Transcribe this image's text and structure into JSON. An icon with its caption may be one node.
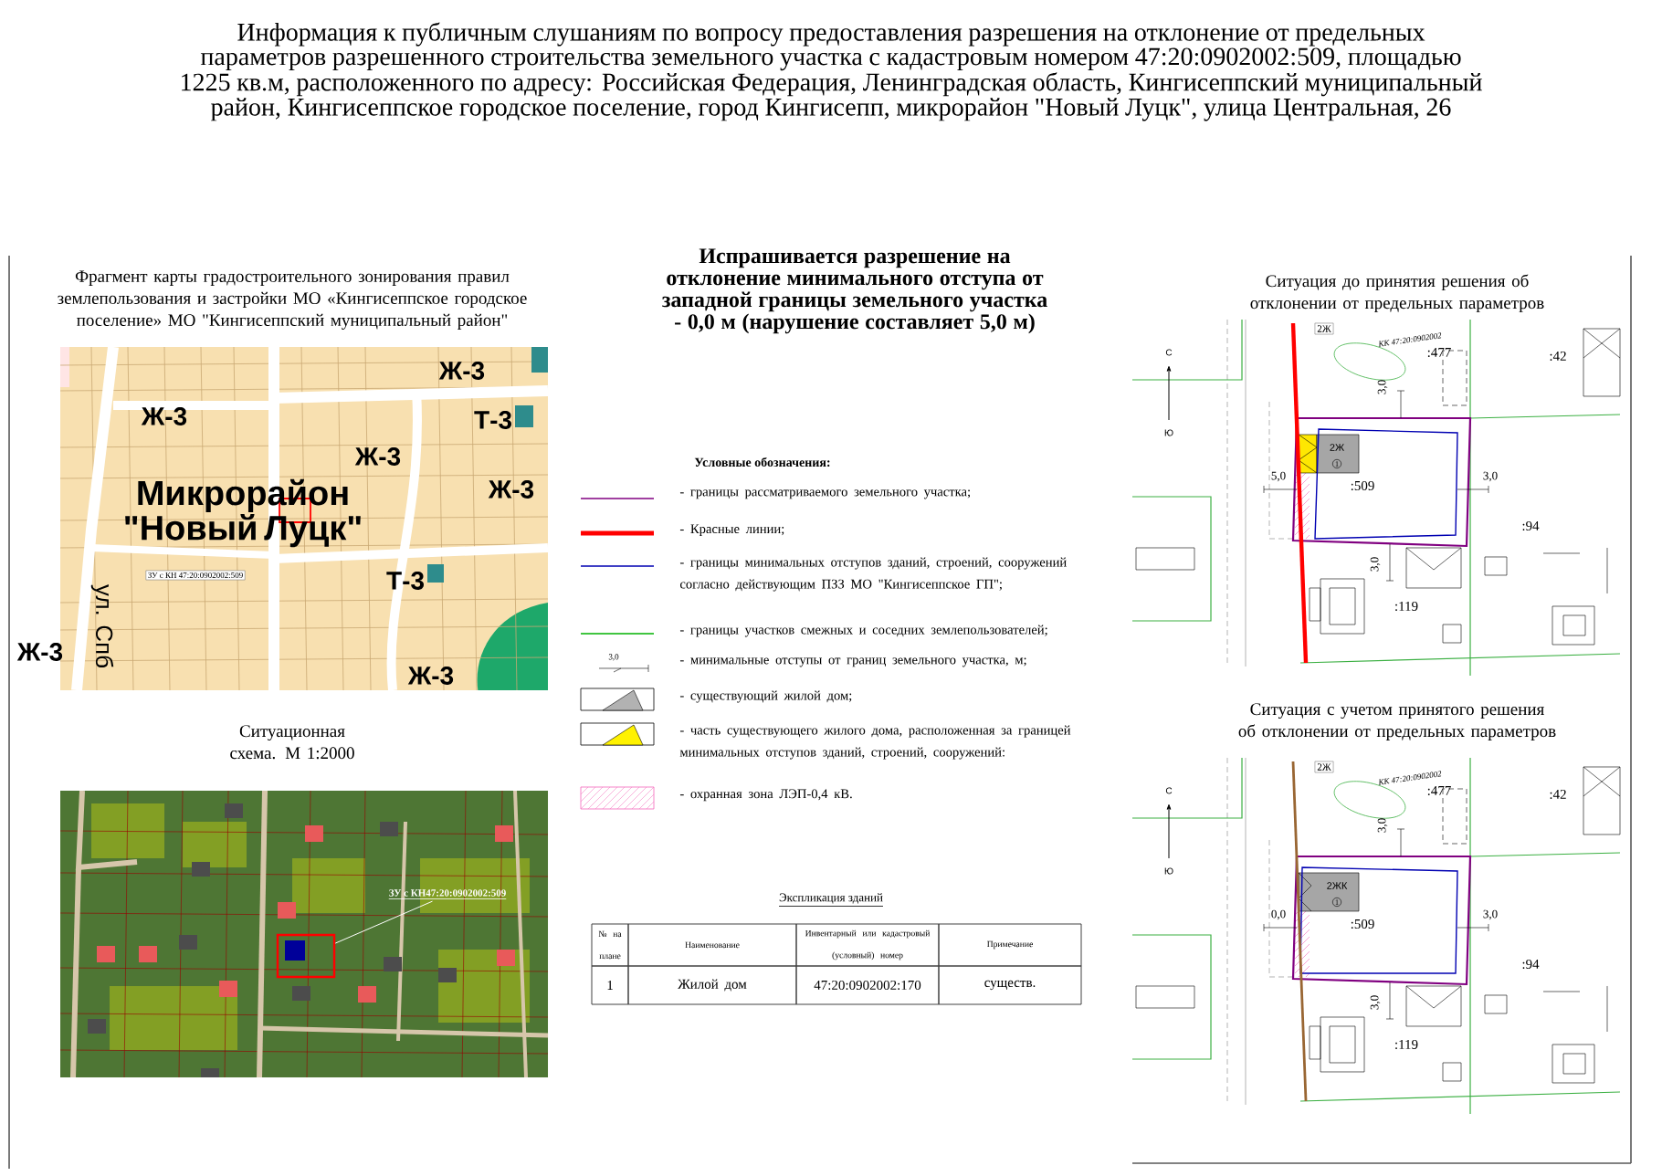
{
  "diagram": {
    "title": "Информация к публичным слушаниям по вопросу предоставления разрешения на отклонение от предельных параметров разрешенного строительства земельного участка с кадастровым номером 47:20:0902002:509, площадью 1225 кв.м, расположенного по адресу: Российская Федерация, Ленинградская область, Кингисеппский муниципальный район, Кингисеппское городское поселение, город Кингисепп, микрорайон \"Новый Луцк\", улица Центральная, 26",
    "nodes": [
      {
        "text": [
          "ЗУ с КН47:20:0902002:509"
        ]
      },
      {
        "text": [],
        "shape": "box"
      }
    ],
    "edges": [
      {
        "from": 0,
        "to": 1,
        "arrow": "none"
      }
    ],
    "labels": [
      "Фрагмент карты градостроительного зонирования правил землепользования  и застройки МО «Кингисеппское городское поселение» МО \"Кингисеппский муниципальный район\"",
      "Ж-3",
      "Ж-3",
      "Т-3",
      "Ж-3",
      "Ж-3",
      "Микрорайон \"Новый Луцк\"",
      "ЗУ с КН 47:20:0902002:509",
      "Т-3",
      "ул. Спб",
      "Ж-3",
      "Ж-3",
      "Ситуационная схема. М 1:2000",
      "Испрашивается разрешение на отклонение минимального отступа от западной границы земельного участка - 0,0 м (нарушение составляет 5,0 м)",
      "Условные обозначения:",
      "3,0",
      "Экспликация зданий",
      "№ на плане",
      "Наименование",
      "Инвентарный или кадастровый (условный) номер",
      "Примечание",
      "1",
      "Жилой дом",
      "47:20:0902002:170",
      "существ.",
      "Ситуация до принятия решения об отклонении от предельных параметров",
      "2Ж",
      "КК 47:20:0902002",
      ":477",
      ":42",
      "3,0",
      "2Ж",
      "1",
      "5,0",
      ":509",
      "3,0",
      ":94",
      "3,0",
      ":119",
      "С",
      "Ю",
      "Ситуация с учетом принятого решения об отклонении от предельных параметров",
      "2Ж",
      "КК 47:20:0902002",
      ":477",
      ":42",
      "3,0",
      "2ЖК",
      "1",
      "0,0",
      ":509",
      "3,0",
      ":94",
      "3,0",
      ":119",
      "С",
      "Ю"
    ],
    "legend": [
      {
        "text": "- границы рассматриваемого земельного участка;"
      },
      {
        "text": "- Красные линии;"
      },
      {
        "text": "- границы минимальных отступов зданий, строений, сооружений согласно действующим ПЗЗ МО \"Кингисеппское ГП\";"
      },
      {
        "text": "- границы участков смежных и соседних землепользователей;"
      },
      {
        "text": "- минимальные отступы от границ земельного участка, м;"
      },
      {
        "text": "- существующий жилой дом;"
      },
      {
        "text": "- часть существующего жилого дома, расположенная за границей минимальных отступов зданий, строений, сооружений:"
      },
      {
        "text": "- охранная зона ЛЭП-0,4 кВ."
      }
    ]
  }
}
